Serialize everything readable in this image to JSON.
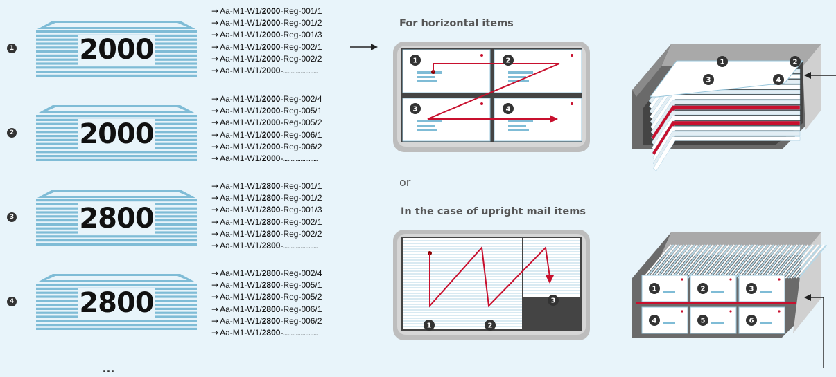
{
  "stacks": [
    {
      "badge": "1",
      "number": "2000"
    },
    {
      "badge": "2",
      "number": "2000"
    },
    {
      "badge": "3",
      "number": "2800"
    },
    {
      "badge": "4",
      "number": "2800"
    }
  ],
  "code_groups": [
    {
      "prefix": "Aa-M1-W1/",
      "bold": "2000",
      "suffixes": [
        "-Reg-001/1",
        "-Reg-001/2",
        "-Reg-001/3",
        "-Reg-002/1",
        "-Reg-002/2",
        "-......................"
      ]
    },
    {
      "prefix": "Aa-M1-W1/",
      "bold": "2000",
      "suffixes": [
        "-Reg-002/4",
        "-Reg-005/1",
        "-Reg-005/2",
        "-Reg-006/1",
        "-Reg-006/2",
        "-......................"
      ]
    },
    {
      "prefix": "Aa-M1-W1/",
      "bold": "2800",
      "suffixes": [
        "-Reg-001/1",
        "-Reg-001/2",
        "-Reg-001/3",
        "-Reg-002/1",
        "-Reg-002/2",
        "-......................"
      ]
    },
    {
      "prefix": "Aa-M1-W1/",
      "bold": "2800",
      "suffixes": [
        "-Reg-002/4",
        "-Reg-005/1",
        "-Reg-005/2",
        "-Reg-006/1",
        "-Reg-006/2",
        "-......................"
      ]
    }
  ],
  "ellipsis": "...",
  "headings": {
    "horizontal": "For horizontal items",
    "or": "or",
    "upright": "In the case of upright mail items"
  },
  "horizontal_tray_badges": [
    "1",
    "2",
    "3",
    "4"
  ],
  "horizontal_box_badges": [
    "1",
    "2",
    "3",
    "4"
  ],
  "upright_tray_badges": [
    "1",
    "2",
    "3"
  ],
  "upright_box_badges": [
    "1",
    "2",
    "3",
    "4",
    "5",
    "6"
  ],
  "colors": {
    "background": "#e8f4fa",
    "stack_blue": "#7fbcd6",
    "accent_red": "#c8102e",
    "tray_gray": "#c8c8c8",
    "badge": "#333333"
  }
}
